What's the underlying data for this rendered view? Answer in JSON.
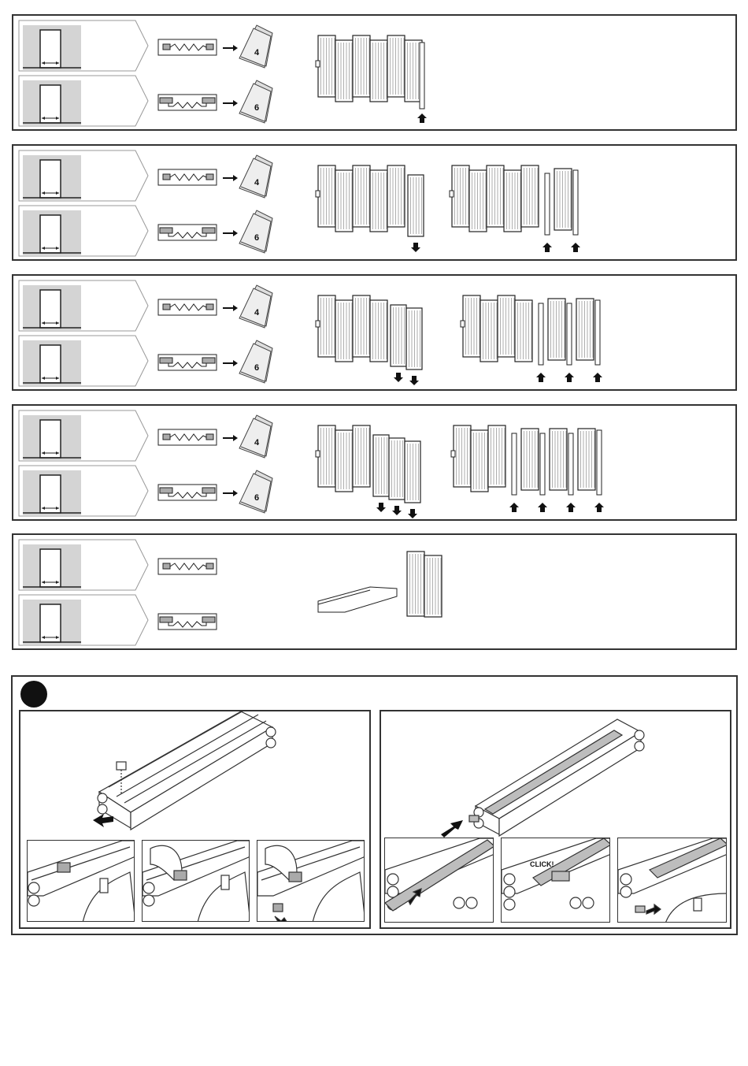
{
  "configurations": [
    {
      "id": 1,
      "rows": [
        {
          "cable_type": "thin",
          "page_ref": "4"
        },
        {
          "cable_type": "wide",
          "page_ref": "6"
        }
      ],
      "main_panels_removed": 0,
      "extensions": 0
    },
    {
      "id": 2,
      "rows": [
        {
          "cable_type": "thin",
          "page_ref": "4"
        },
        {
          "cable_type": "wide",
          "page_ref": "6"
        }
      ],
      "main_panels_removed": 1,
      "extensions": 1
    },
    {
      "id": 3,
      "rows": [
        {
          "cable_type": "thin",
          "page_ref": "4"
        },
        {
          "cable_type": "wide",
          "page_ref": "6"
        }
      ],
      "main_panels_removed": 2,
      "extensions": 2
    },
    {
      "id": 4,
      "rows": [
        {
          "cable_type": "thin",
          "page_ref": "4"
        },
        {
          "cable_type": "wide",
          "page_ref": "6"
        }
      ],
      "main_panels_removed": 3,
      "extensions": 3
    },
    {
      "id": 5,
      "rows": [
        {
          "cable_type": "thin",
          "page_ref": ""
        },
        {
          "cable_type": "wide",
          "page_ref": ""
        }
      ],
      "main_panels_removed": 0,
      "extensions": 0
    }
  ],
  "step": {
    "marker_color": "#111111",
    "click_text": "CLICK!"
  },
  "colors": {
    "line": "#333333",
    "door_bg": "#d4d4d4",
    "arrow": "#111111",
    "bar_fill": "#bdbdbd"
  },
  "icons": [
    "door-icon",
    "cable-icon",
    "manual-page-icon",
    "arrow-right-icon",
    "arrow-down-icon",
    "arrow-up-icon",
    "folding-gate-icon",
    "hand-icon"
  ]
}
